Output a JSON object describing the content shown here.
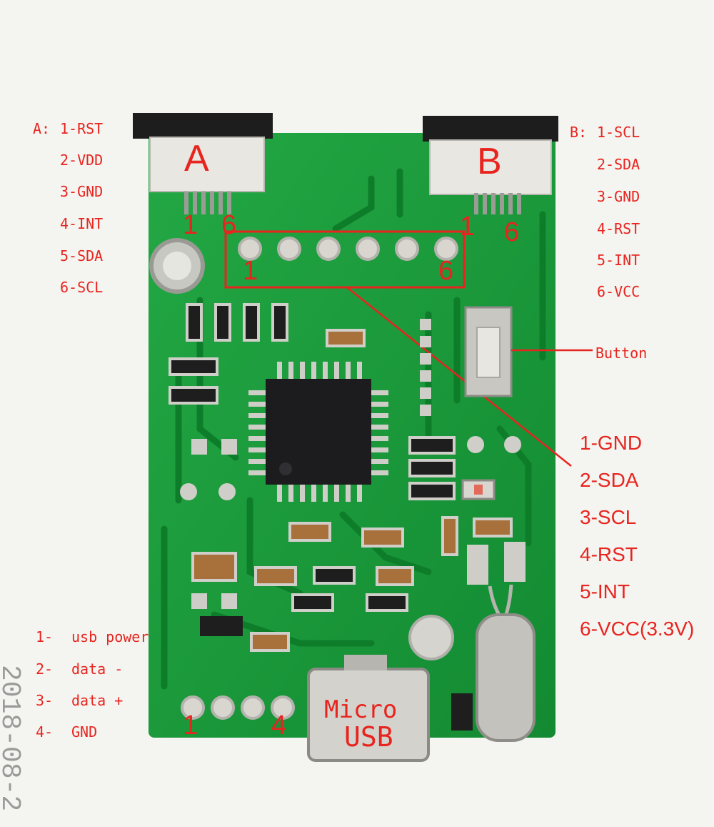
{
  "colors": {
    "pcb": "#1a9a3a",
    "pcb_dark": "#0f7a2a",
    "label": "#e8241f",
    "background": "#f4f4f0"
  },
  "connector_a": {
    "letter": "A",
    "heading": "A:",
    "pins": [
      "1-RST",
      "2-VDD",
      "3-GND",
      "4-INT",
      "5-SDA",
      "6-SCL"
    ],
    "pin_first": "1",
    "pin_last": "6"
  },
  "connector_b": {
    "letter": "B",
    "heading": "B:",
    "pins": [
      "1-SCL",
      "2-SDA",
      "3-GND",
      "4-RST",
      "5-INT",
      "6-VCC"
    ],
    "pin_first": "1",
    "pin_last": "6"
  },
  "header": {
    "pin_first": "1",
    "pin_last": "6",
    "pins": [
      "1-GND",
      "2-SDA",
      "3-SCL",
      "4-RST",
      "5-INT",
      "6-VCC(3.3V)"
    ]
  },
  "button_label": "Button",
  "usb": {
    "pins": [
      {
        "num": "1-",
        "name": "usb power"
      },
      {
        "num": "2-",
        "name": "data -"
      },
      {
        "num": "3-",
        "name": "data +"
      },
      {
        "num": "4-",
        "name": "GND"
      }
    ],
    "pin_first": "1",
    "pin_last": "4",
    "title_line1": "Micro",
    "title_line2": "USB"
  },
  "date_stamp": "2018-08-2"
}
